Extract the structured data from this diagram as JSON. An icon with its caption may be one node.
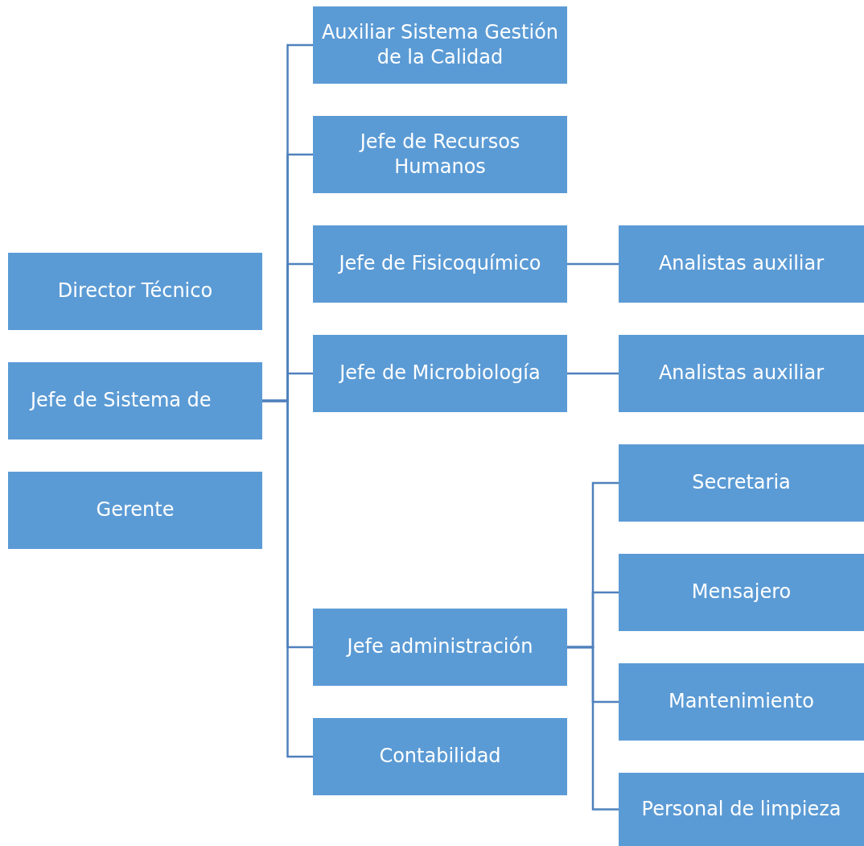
{
  "diagram": {
    "nodes": [
      {
        "text": [
          "Director Técnico"
        ]
      },
      {
        "text": [
          "Jefe de Sistema de"
        ]
      },
      {
        "text": [
          "Gerente"
        ]
      },
      {
        "text": [
          "Auxiliar Sistema Gestión de la Calidad"
        ]
      },
      {
        "text": [
          "Jefe de Recursos Humanos"
        ]
      },
      {
        "text": [
          "Jefe de Fisicoquímico"
        ]
      },
      {
        "text": [
          "Analistas auxiliar"
        ]
      },
      {
        "text": [
          "Jefe de Microbiología"
        ]
      },
      {
        "text": [
          "Analistas auxiliar"
        ]
      },
      {
        "text": [
          "Secretaria"
        ]
      },
      {
        "text": [
          "Mensajero"
        ]
      },
      {
        "text": [
          "Jefe administración"
        ]
      },
      {
        "text": [
          "Mantenimiento"
        ]
      },
      {
        "text": [
          "Contabilidad"
        ]
      },
      {
        "text": [
          "Personal de limpieza"
        ]
      }
    ],
    "edges": [
      {
        "from": 1,
        "to": 3,
        "arrow": "none"
      },
      {
        "from": 1,
        "to": 4,
        "arrow": "none"
      },
      {
        "from": 1,
        "to": 5,
        "arrow": "none"
      },
      {
        "from": 1,
        "to": 7,
        "arrow": "none"
      },
      {
        "from": 1,
        "to": 11,
        "arrow": "none"
      },
      {
        "from": 1,
        "to": 13,
        "arrow": "none"
      },
      {
        "from": 5,
        "to": 6,
        "arrow": "none"
      },
      {
        "from": 7,
        "to": 8,
        "arrow": "none"
      },
      {
        "from": 11,
        "to": 9,
        "arrow": "none"
      },
      {
        "from": 11,
        "to": 10,
        "arrow": "none"
      },
      {
        "from": 11,
        "to": 12,
        "arrow": "none"
      },
      {
        "from": 11,
        "to": 14,
        "arrow": "none"
      }
    ]
  }
}
